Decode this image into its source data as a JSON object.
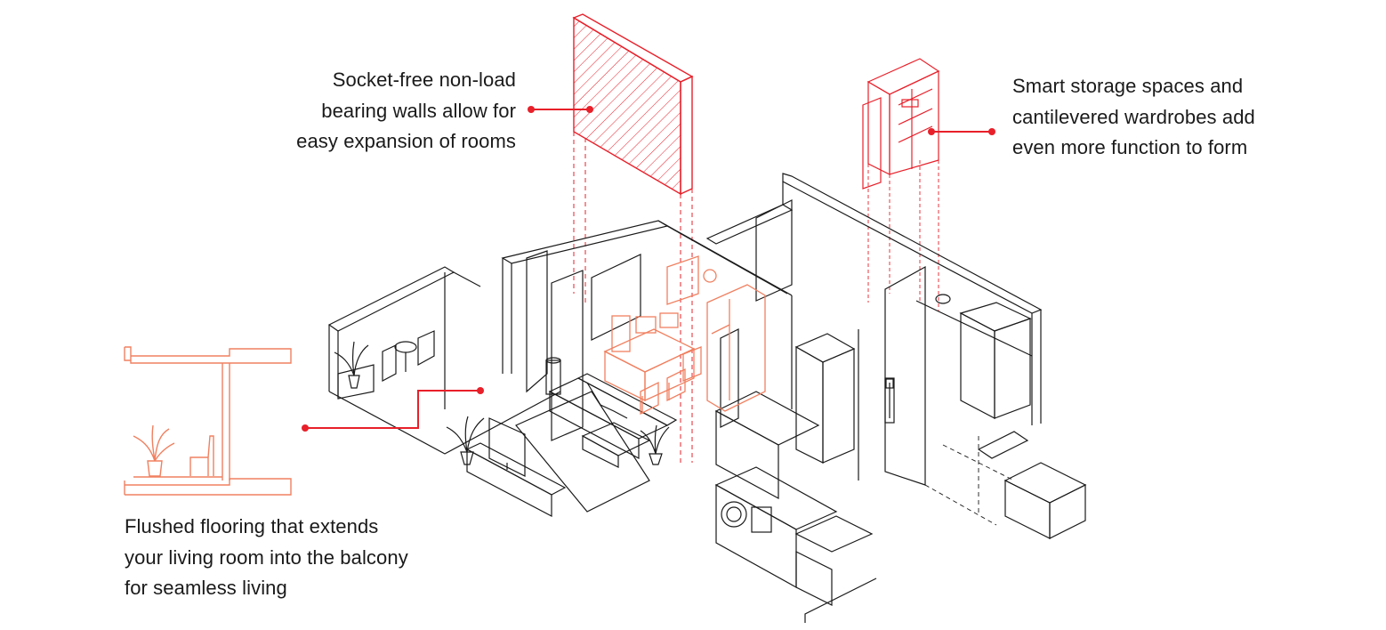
{
  "callouts": {
    "walls": {
      "lines": [
        "Socket-free non-load",
        "bearing walls allow for",
        "easy expansion of rooms"
      ]
    },
    "storage": {
      "lines": [
        "Smart storage spaces and",
        "cantilevered wardrobes add",
        "even more function to form"
      ]
    },
    "flooring": {
      "lines": [
        "Flushed flooring that extends",
        "your living room into the balcony",
        "for seamless living"
      ]
    }
  },
  "colors": {
    "accent": "#e8202a",
    "accent_light": "#f08060",
    "line": "#1a1a1a",
    "background": "#ffffff"
  }
}
